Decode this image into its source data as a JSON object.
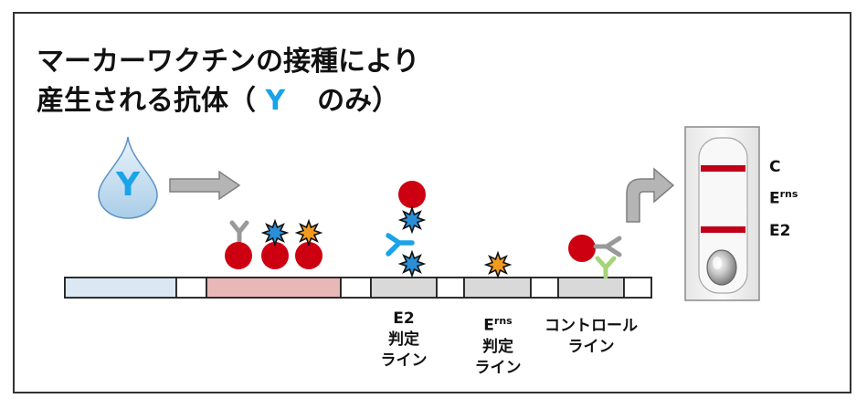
{
  "heading": {
    "line1": "マーカーワクチンの接種により",
    "line2_prefix": "産生される抗体（",
    "line2_icon": "Y",
    "line2_suffix": "のみ）"
  },
  "drop": {
    "icon": "Y"
  },
  "strip_labels": {
    "e2_line": "E2",
    "e2_sub1": "判定",
    "e2_sub2": "ライン",
    "erns_line": "E",
    "erns_sup": "rns",
    "erns_sub1": "判定",
    "erns_sub2": "ライン",
    "control_line": "コントロール",
    "control_sub": "ライン"
  },
  "cassette_labels": {
    "c": "C",
    "erns": "E",
    "erns_sup": "rns",
    "e2": "E2"
  },
  "colors": {
    "antibody_marker": "#1aa3e8",
    "antigen_red": "#cc0010",
    "star_blue": "#2a8fd6",
    "star_orange": "#f29a1f",
    "antibody_gray": "#999999",
    "antibody_green": "#a7d37a",
    "pad_blue": "#dbe8f4",
    "pad_pink": "#e8b7b7",
    "pad_gray": "#d9d9d9",
    "cassette_line": "#c00018"
  }
}
